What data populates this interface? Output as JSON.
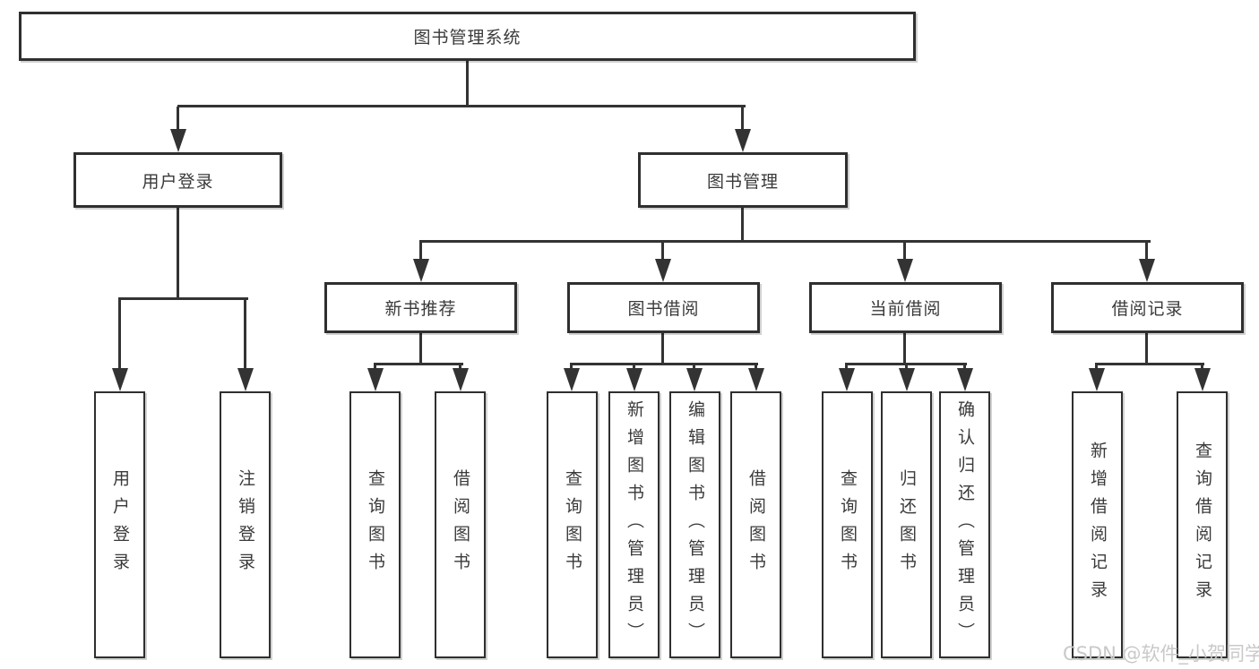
{
  "tree": {
    "root": "图书管理系统",
    "user_login": {
      "label": "用户登录",
      "children": [
        "用户登录",
        "注销登录"
      ]
    },
    "book_management": {
      "label": "图书管理",
      "groups": [
        {
          "label": "新书推荐",
          "children": [
            "查询图书",
            "借阅图书"
          ]
        },
        {
          "label": "图书借阅",
          "children": [
            "查询图书",
            "新增图书（管理员）",
            "编辑图书（管理员）",
            "借阅图书"
          ]
        },
        {
          "label": "当前借阅",
          "children": [
            "查询图书",
            "归还图书",
            "确认归还（管理员）"
          ]
        },
        {
          "label": "借阅记录",
          "children": [
            "新增借阅记录",
            "查询借阅记录"
          ]
        }
      ]
    }
  },
  "watermark": "CSDN @软件_小贺同学",
  "colors": {
    "line": "#333333",
    "border": "#2f2f2f",
    "text": "#3a3a3a",
    "watermark": "#c9c9c9",
    "background": "#ffffff"
  }
}
